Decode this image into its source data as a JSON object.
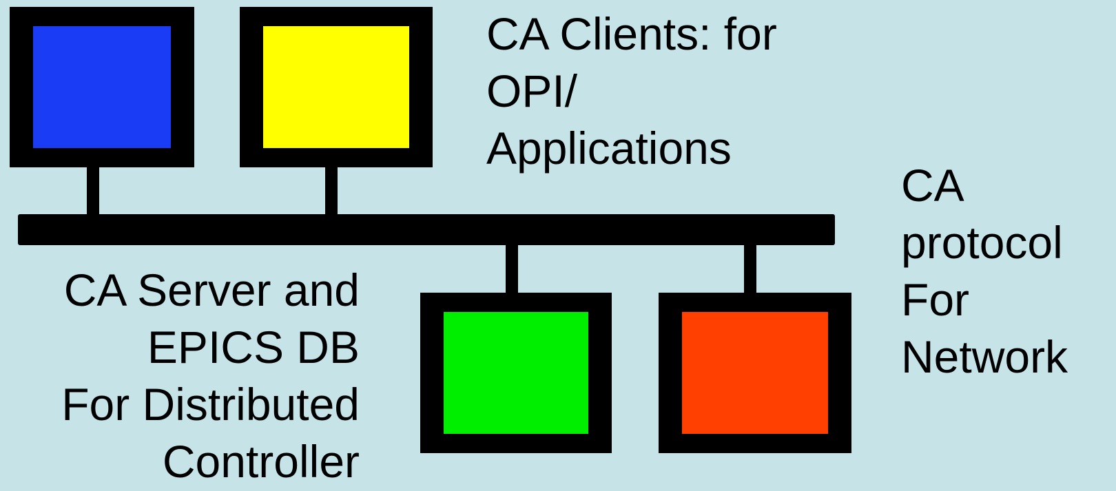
{
  "clients_label": {
    "lines": [
      "CA Clients: for",
      "OPI/",
      "Applications"
    ]
  },
  "protocol_label": {
    "lines": [
      "CA",
      "protocol",
      "For",
      "Network"
    ]
  },
  "server_label": {
    "lines": [
      "CA Server and",
      "EPICS DB",
      "For Distributed",
      "Controller"
    ]
  },
  "nodes": {
    "client_1_color": "#1a3cf5",
    "client_2_color": "#ffff00",
    "server_1_color": "#00ee00",
    "server_2_color": "#ff4000"
  },
  "colors": {
    "background": "#c6e4e8",
    "line": "#000000"
  }
}
